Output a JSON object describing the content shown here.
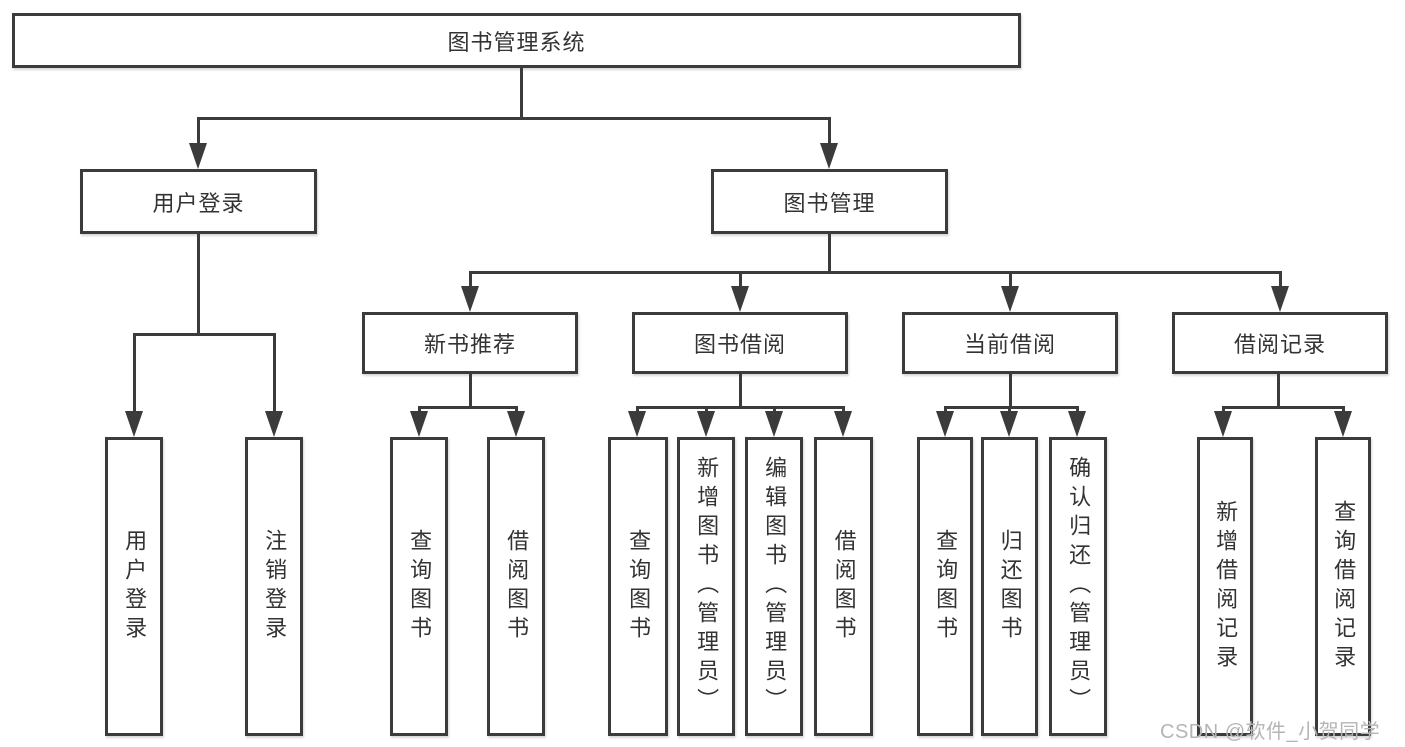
{
  "diagram": {
    "root": {
      "label": "图书管理系统"
    },
    "level2": [
      {
        "label": "用户登录"
      },
      {
        "label": "图书管理"
      }
    ],
    "level3": [
      {
        "label": "新书推荐"
      },
      {
        "label": "图书借阅"
      },
      {
        "label": "当前借阅"
      },
      {
        "label": "借阅记录"
      }
    ],
    "leaves": [
      {
        "label": "用户登录"
      },
      {
        "label": "注销登录"
      },
      {
        "label": "查询图书"
      },
      {
        "label": "借阅图书"
      },
      {
        "label": "查询图书"
      },
      {
        "label": "新增图书（管理员）"
      },
      {
        "label": "编辑图书（管理员）"
      },
      {
        "label": "借阅图书"
      },
      {
        "label": "查询图书"
      },
      {
        "label": "归还图书"
      },
      {
        "label": "确认归还（管理员）"
      },
      {
        "label": "新增借阅记录"
      },
      {
        "label": "查询借阅记录"
      }
    ]
  },
  "watermark": {
    "text": "CSDN @软件_小贺同学"
  },
  "colors": {
    "line": "#3b3b3b",
    "text": "#333333",
    "watermark": "#b5b5b5",
    "background": "#ffffff"
  }
}
